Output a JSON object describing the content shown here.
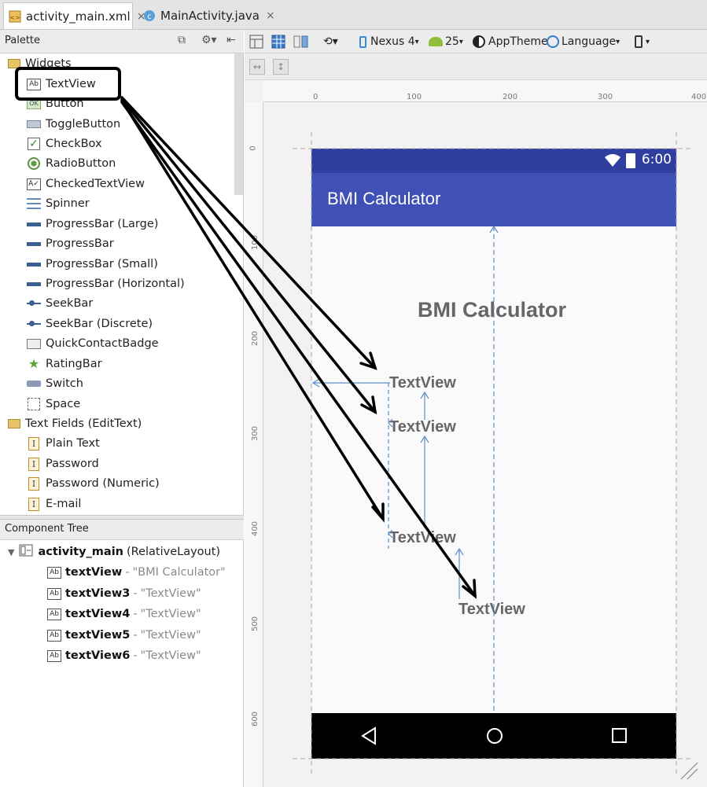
{
  "tabs": [
    {
      "label": "activity_main.xml",
      "active": true,
      "close": "×"
    },
    {
      "label": "MainActivity.java",
      "active": false,
      "close": "×"
    }
  ],
  "palette": {
    "title": "Palette",
    "groups": {
      "widgets": "Widgets",
      "text_fields": "Text Fields (EditText)"
    },
    "widgets": [
      "TextView",
      "Button",
      "ToggleButton",
      "CheckBox",
      "RadioButton",
      "CheckedTextView",
      "Spinner",
      "ProgressBar (Large)",
      "ProgressBar",
      "ProgressBar (Small)",
      "ProgressBar (Horizontal)",
      "SeekBar",
      "SeekBar (Discrete)",
      "QuickContactBadge",
      "RatingBar",
      "Switch",
      "Space"
    ],
    "text_fields": [
      "Plain Text",
      "Password",
      "Password (Numeric)",
      "E-mail"
    ]
  },
  "component_tree": {
    "title": "Component Tree",
    "root": {
      "id": "activity_main",
      "type": "(RelativeLayout)"
    },
    "dash": "-",
    "children": [
      {
        "id": "textView",
        "value": "\"BMI Calculator\""
      },
      {
        "id": "textView3",
        "value": "\"TextView\""
      },
      {
        "id": "textView4",
        "value": "\"TextView\""
      },
      {
        "id": "textView5",
        "value": "\"TextView\""
      },
      {
        "id": "textView6",
        "value": "\"TextView\""
      }
    ]
  },
  "toolbar": {
    "device": "Nexus 4",
    "api": "25",
    "theme": "AppTheme",
    "language": "Language"
  },
  "ruler": {
    "horizontal": [
      "0",
      "100",
      "200",
      "300",
      "400"
    ],
    "vertical": [
      "0",
      "100",
      "200",
      "300",
      "400",
      "500",
      "600"
    ]
  },
  "phone": {
    "time": "6:00",
    "app_title": "BMI Calculator",
    "heading": "BMI Calculator",
    "textviews": [
      "TextView",
      "TextView",
      "TextView",
      "TextView"
    ]
  },
  "colors": {
    "status_bar": "#303f9f",
    "app_bar": "#3f51b5",
    "blueprint": "#5b8fc7",
    "annotation": "#000000"
  }
}
